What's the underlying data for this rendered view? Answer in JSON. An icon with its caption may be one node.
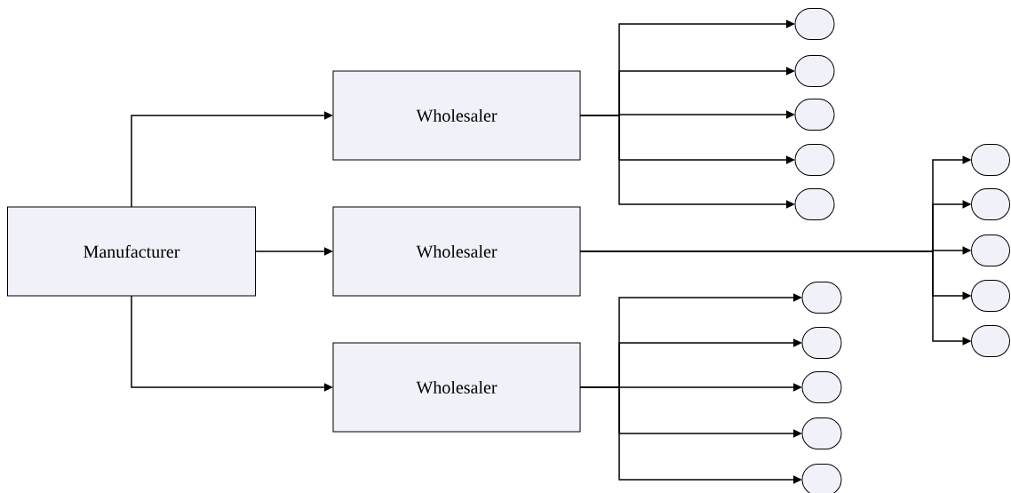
{
  "diagram": {
    "nodes": [
      {
        "text": [
          "Manufacturer"
        ]
      },
      {
        "text": [
          "Wholesaler"
        ]
      },
      {
        "text": [
          "Wholesaler"
        ]
      },
      {
        "text": [
          "Wholesaler"
        ]
      },
      {
        "text": [],
        "shape": "box"
      },
      {
        "text": [],
        "shape": "box"
      },
      {
        "text": [],
        "shape": "box"
      },
      {
        "text": [],
        "shape": "box"
      },
      {
        "text": [],
        "shape": "box"
      },
      {
        "text": [],
        "shape": "box"
      },
      {
        "text": [],
        "shape": "box"
      },
      {
        "text": [],
        "shape": "box"
      },
      {
        "text": [],
        "shape": "box"
      },
      {
        "text": [],
        "shape": "box"
      },
      {
        "text": [],
        "shape": "box"
      },
      {
        "text": [],
        "shape": "box"
      },
      {
        "text": [],
        "shape": "box"
      },
      {
        "text": [],
        "shape": "box"
      },
      {
        "text": [],
        "shape": "box"
      }
    ],
    "edges": [
      {
        "from": 0,
        "to": 1,
        "arrow": "to"
      },
      {
        "from": 0,
        "to": 2,
        "arrow": "to"
      },
      {
        "from": 0,
        "to": 3,
        "arrow": "to"
      },
      {
        "from": 1,
        "to": 4,
        "arrow": "to"
      },
      {
        "from": 1,
        "to": 5,
        "arrow": "to"
      },
      {
        "from": 1,
        "to": 6,
        "arrow": "to"
      },
      {
        "from": 1,
        "to": 7,
        "arrow": "to"
      },
      {
        "from": 1,
        "to": 8,
        "arrow": "to"
      },
      {
        "from": 2,
        "to": 9,
        "arrow": "to"
      },
      {
        "from": 2,
        "to": 10,
        "arrow": "to"
      },
      {
        "from": 2,
        "to": 11,
        "arrow": "to"
      },
      {
        "from": 2,
        "to": 12,
        "arrow": "to"
      },
      {
        "from": 2,
        "to": 13,
        "arrow": "to"
      },
      {
        "from": 3,
        "to": 14,
        "arrow": "to"
      },
      {
        "from": 3,
        "to": 15,
        "arrow": "to"
      },
      {
        "from": 3,
        "to": 16,
        "arrow": "to"
      },
      {
        "from": 3,
        "to": 17,
        "arrow": "to"
      },
      {
        "from": 3,
        "to": 18,
        "arrow": "to"
      }
    ]
  }
}
